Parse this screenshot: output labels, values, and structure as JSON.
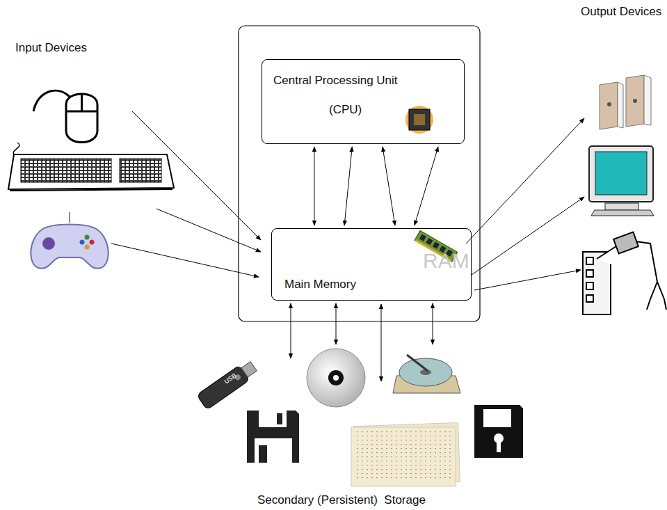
{
  "diagram": {
    "nodes": [
      {
        "text": [
          "Central Processing Unit",
          "(CPU)"
        ]
      },
      {
        "text": [
          "Main Memory"
        ]
      }
    ],
    "edges": [
      {
        "from": 0,
        "to": 1,
        "arrow": "both"
      },
      {
        "from": 0,
        "to": 1,
        "arrow": "both"
      },
      {
        "from": 0,
        "to": 1,
        "arrow": "both"
      },
      {
        "from": 0,
        "to": 1,
        "arrow": "both"
      }
    ],
    "labels": [
      "Input Devices",
      "Output Devices",
      "Secondary (Persistent)  Storage",
      "RAM",
      "USB"
    ]
  }
}
